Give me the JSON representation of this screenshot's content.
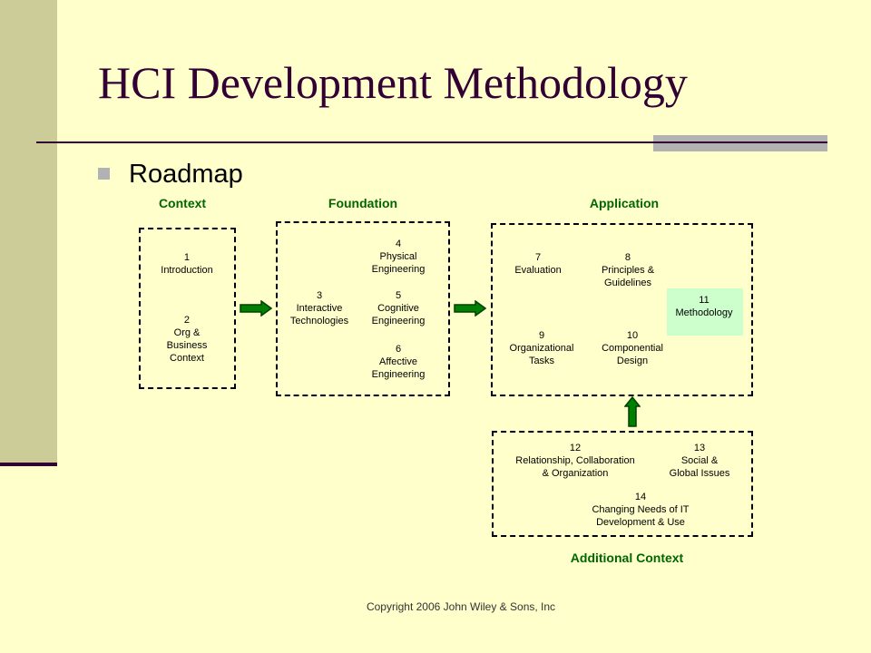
{
  "slide": {
    "title": "HCI Development Methodology",
    "subtitle": "Roadmap",
    "copyright": "Copyright 2006 John Wiley & Sons, Inc"
  },
  "sections": {
    "context": "Context",
    "foundation": "Foundation",
    "application": "Application",
    "additional": "Additional Context"
  },
  "items": {
    "i1": {
      "num": "1",
      "line1": "Introduction",
      "line2": ""
    },
    "i2": {
      "num": "2",
      "line1": "Org &",
      "line2": "Business",
      "line3": "Context"
    },
    "i3": {
      "num": "3",
      "line1": "Interactive",
      "line2": "Technologies"
    },
    "i4": {
      "num": "4",
      "line1": "Physical",
      "line2": "Engineering"
    },
    "i5": {
      "num": "5",
      "line1": "Cognitive",
      "line2": "Engineering"
    },
    "i6": {
      "num": "6",
      "line1": "Affective",
      "line2": "Engineering"
    },
    "i7": {
      "num": "7",
      "line1": "Evaluation"
    },
    "i8": {
      "num": "8",
      "line1": "Principles &",
      "line2": "Guidelines"
    },
    "i9": {
      "num": "9",
      "line1": "Organizational",
      "line2": "Tasks"
    },
    "i10": {
      "num": "10",
      "line1": "Componential",
      "line2": "Design"
    },
    "i11": {
      "num": "11",
      "line1": "Methodology"
    },
    "i12": {
      "num": "12",
      "line1": "Relationship, Collaboration",
      "line2": "& Organization"
    },
    "i13": {
      "num": "13",
      "line1": "Social &",
      "line2": "Global Issues"
    },
    "i14": {
      "num": "14",
      "line1": "Changing Needs of IT",
      "line2": "Development & Use"
    }
  },
  "colors": {
    "section_heading": "#006600",
    "arrow": "#008000",
    "highlight": "#ccffcc",
    "background": "#ffffcc",
    "title": "#330033"
  }
}
